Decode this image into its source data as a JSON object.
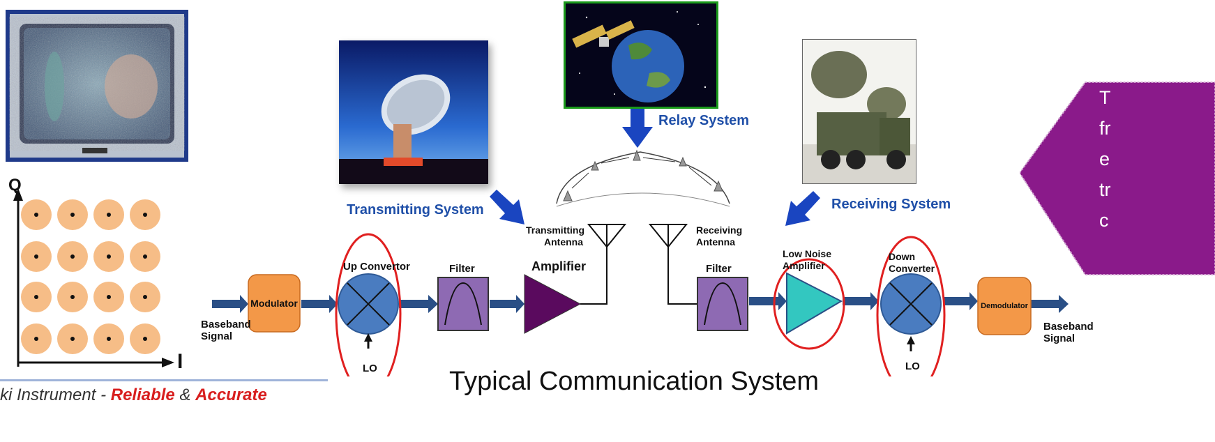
{
  "title": "Typical Communication System",
  "systems": {
    "relay": "Relay System",
    "transmitting": "Transmitting System",
    "receiving": "Receiving System"
  },
  "blocks": {
    "baseband_in": [
      "Baseband",
      "Signal"
    ],
    "modulator": "Modulator",
    "up_convertor": "Up Convertor",
    "lo_left": "LO",
    "filter_left": "Filter",
    "amplifier": "Amplifier",
    "tx_antenna": [
      "Transmitting",
      "Antenna"
    ],
    "rx_antenna": [
      "Receiving",
      "Antenna"
    ],
    "filter_right": "Filter",
    "lna": [
      "Low Noise",
      "Amplifier"
    ],
    "down_converter": [
      "Down",
      "Converter"
    ],
    "lo_right": "LO",
    "demodulator": "Demodulator",
    "baseband_out": [
      "Baseband",
      "Signal"
    ]
  },
  "constellation_axes": {
    "q": "Q",
    "i": "I"
  },
  "footer": {
    "brand": "ki Instrument",
    "dash": "-",
    "reliable": "Reliable",
    "amp": "&",
    "accurate": "Accurate"
  },
  "callout_letters": [
    "T",
    "fr",
    "e",
    "tr",
    "c"
  ],
  "colors": {
    "modulator": "#f39848",
    "mixer": "#4a7cc0",
    "filter": "#8e6ab3",
    "amplifier": "#5a0a5e",
    "lna": "#33c7c0",
    "arrow": "#2a4f86",
    "red": "#e02020",
    "callout": "#8a1a8a"
  }
}
